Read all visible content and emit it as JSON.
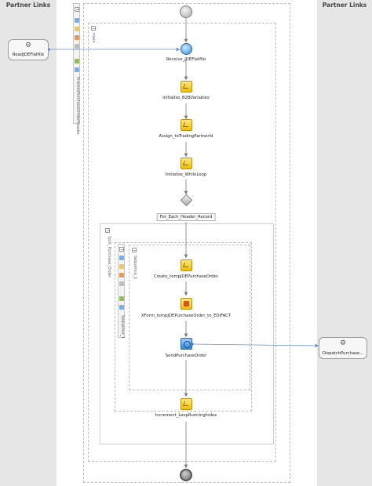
{
  "partner_links": {
    "left_title": "Partner Links",
    "right_title": "Partner Links",
    "left_items": [
      {
        "label": "ReadJDEFlatfile",
        "icon": "gear-icon"
      }
    ],
    "right_items": [
      {
        "label": "DispatchPurchase...",
        "icon": "gear-icon"
      }
    ]
  },
  "scopes": {
    "outer_tab_label": "ProcessPurchaseOrderHeader",
    "main_label": "main",
    "while_label": "Split_Purchase_Order",
    "sequence_label": "Sequence_1",
    "sequence_tab_label": "Sequence_1"
  },
  "activities": [
    {
      "label": "Receive_JDEFlatfile",
      "kind": "receive"
    },
    {
      "label": "Initialise_B2BVariables",
      "kind": "assign"
    },
    {
      "label": "Assign_toTradingPartnerId",
      "kind": "assign"
    },
    {
      "label": "Initialise_WhileLoop",
      "kind": "assign"
    },
    {
      "label": "For_Each_Header_Record",
      "kind": "while"
    },
    {
      "label": "Create_tempJDEPurchaseOrder",
      "kind": "assign"
    },
    {
      "label": "XForm_tempJDEPurchaseOrder_to_EDIFACT",
      "kind": "transform"
    },
    {
      "label": "SendPurchaseOrder",
      "kind": "invoke"
    },
    {
      "label": "Increment_LoopRunningIndex",
      "kind": "assign"
    }
  ],
  "colors": {
    "partner_column": "#e6e6e6",
    "flow_line": "#7a7a7a",
    "partner_link_line": "#6b8fd6",
    "activity_yellow": "#f0c000",
    "activity_blue": "#3a86d6"
  }
}
